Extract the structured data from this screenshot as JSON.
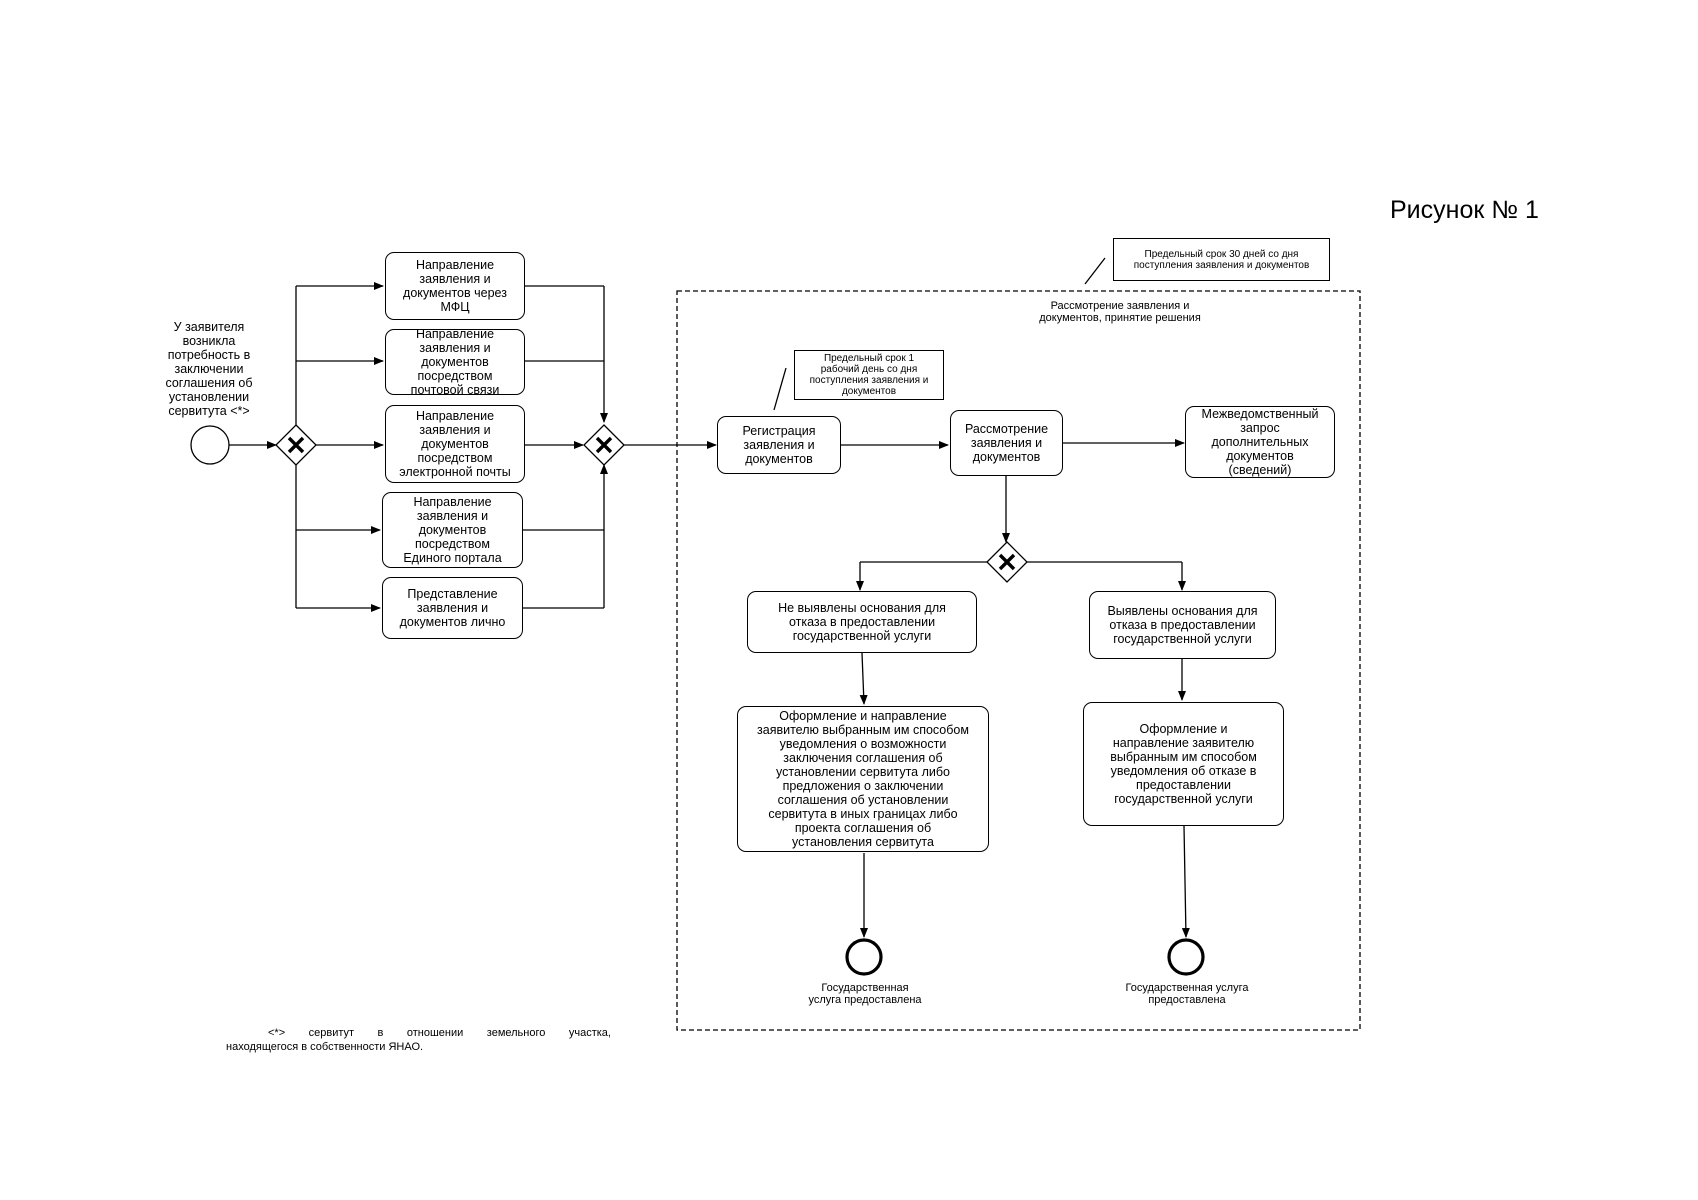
{
  "title": "Рисунок № 1",
  "start": {
    "label": "У заявителя\nвозникла\nпотребность в\nзаключении\nсоглашения об\nустановлении\nсервитута <*>"
  },
  "submission_boxes": [
    "Направление\nзаявления и\nдокументов через\nМФЦ",
    "Направление\nзаявления и\nдокументов\nпосредством\nпочтовой связи",
    "Направление\nзаявления и\nдокументов\nпосредством\nэлектронной почты",
    "Направление\nзаявления и\nдокументов\nпосредством\nЕдиного портала",
    "Представление\nзаявления и\nдокументов лично"
  ],
  "pool": {
    "label": "Рассмотрение заявления и\nдокументов, принятие решения",
    "note": "Предельный срок 30 дней со дня\nпоступления заявления и документов"
  },
  "registration": {
    "label": "Регистрация\nзаявления и\nдокументов",
    "note": "Предельный срок 1\nрабочий день со дня\nпоступления заявления и\nдокументов"
  },
  "review": {
    "label": "Рассмотрение\nзаявления и\nдокументов"
  },
  "interagency": {
    "label": "Межведомственный\nзапрос\nдополнительных\nдокументов\n(сведений)"
  },
  "branch_no_refusal": {
    "label": "Не выявлены основания для\nотказа в предоставлении\nгосударственной услуги",
    "action": "Оформление и направление\nзаявителю выбранным им способом\nуведомления о возможности\nзаключения соглашения об\nустановлении сервитута либо\nпредложения о заключении\nсоглашения об установлении\nсервитута в иных границах либо\nпроекта соглашения об\nустановления сервитута",
    "end": "Государственная\nуслуга предоставлена"
  },
  "branch_refusal": {
    "label": "Выявлены основания для\nотказа в предоставлении\nгосударственной услуги",
    "action": "Оформление и\nнаправление заявителю\nвыбранным им способом\nуведомления об отказе в\nпредоставлении\nгосударственной услуги",
    "end": "Государственная услуга\nпредоставлена"
  },
  "footnote": {
    "words": [
      "<*>",
      "сервитут",
      "в",
      "отношении",
      "земельного",
      "участка,"
    ],
    "line2": "находящегося в собственности ЯНАО."
  }
}
